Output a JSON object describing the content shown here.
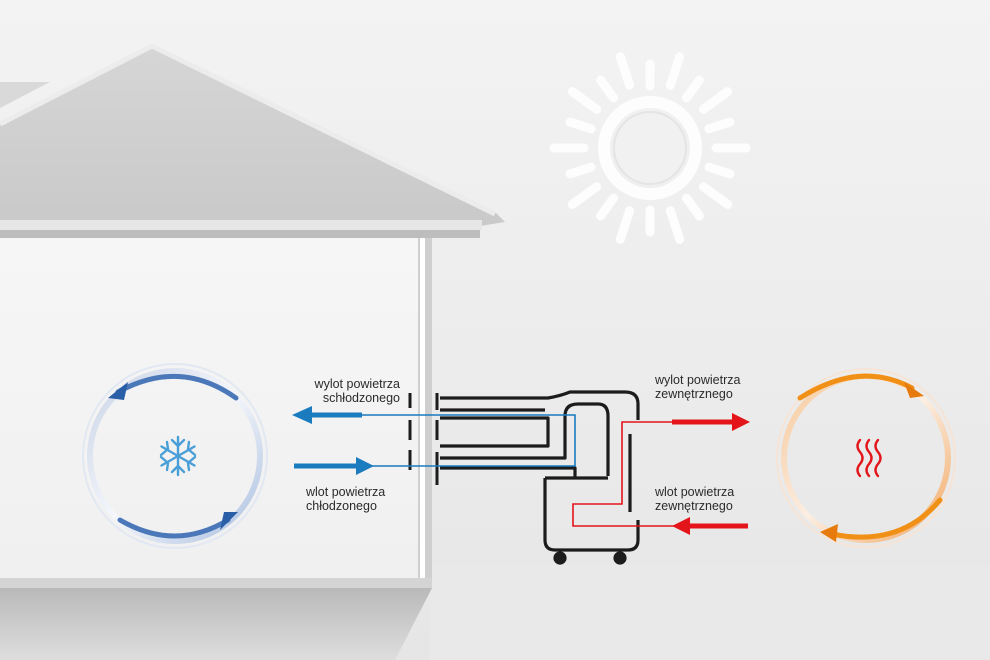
{
  "labels": {
    "cooled_outlet": {
      "line1": "wylot powietrza",
      "line2": "schłodzonego"
    },
    "cooled_inlet": {
      "line1": "wlot powietrza",
      "line2": "chłodzonego"
    },
    "external_outlet": {
      "line1": "wylot powietrza",
      "line2": "zewnętrznego"
    },
    "external_inlet": {
      "line1": "wlot powietrza",
      "line2": "zewnętrznego"
    }
  },
  "icons": {
    "indoor": "snowflake-icon",
    "outdoor": "heat-waves-icon",
    "sky": "sun-icon"
  },
  "colors": {
    "cold_air": "#1a7bbf",
    "hot_air": "#e3151a",
    "cold_cycle_dark": "#2a5fa8",
    "warm_cycle": "#f09016",
    "unit_outline": "#1c1c1c",
    "house_wall": "#f4f4f4"
  }
}
